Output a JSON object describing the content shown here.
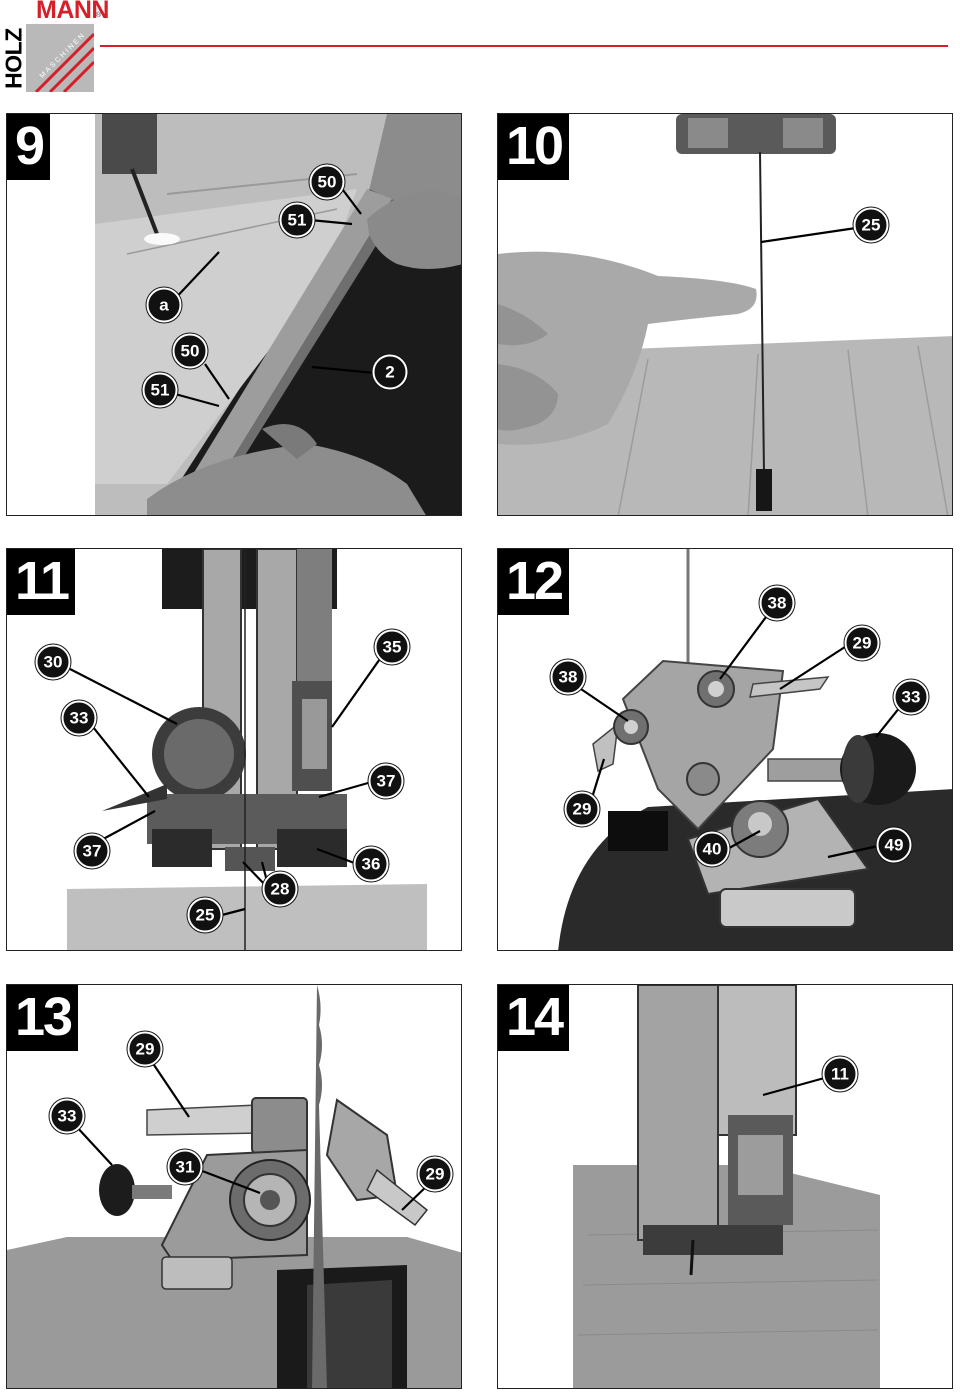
{
  "header": {
    "brand_top": "MANN",
    "brand_side": "HOLZ",
    "brand_sub": "MASCHINEN",
    "registered": "®",
    "accent_color": "#d5202a"
  },
  "figures": [
    {
      "number": "9",
      "callouts": [
        "50",
        "51",
        "a",
        "50",
        "51",
        "2"
      ]
    },
    {
      "number": "10",
      "callouts": [
        "25"
      ]
    },
    {
      "number": "11",
      "callouts": [
        "30",
        "35",
        "33",
        "37",
        "37",
        "36",
        "28",
        "25"
      ]
    },
    {
      "number": "12",
      "callouts": [
        "38",
        "29",
        "38",
        "33",
        "29",
        "40",
        "49"
      ]
    },
    {
      "number": "13",
      "callouts": [
        "29",
        "33",
        "31",
        "29"
      ]
    },
    {
      "number": "14",
      "callouts": [
        "11"
      ]
    }
  ]
}
